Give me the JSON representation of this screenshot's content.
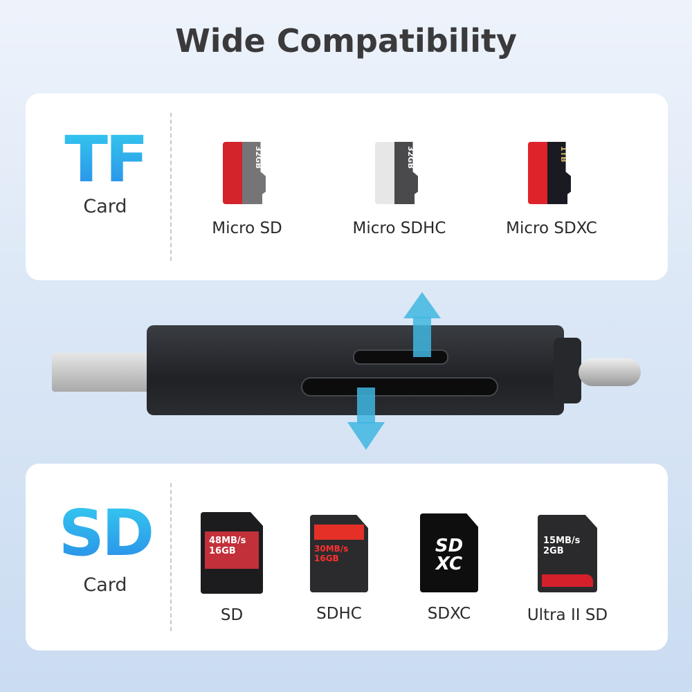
{
  "title": "Wide Compatibility",
  "tf": {
    "big": "TF",
    "small": "Card",
    "items": [
      {
        "label": "Micro SD",
        "card_text": "32GB",
        "left": "#d3232b",
        "right": "#757578"
      },
      {
        "label": "Micro SDHC",
        "card_text": "32GB",
        "left": "#e7e7e7",
        "right": "#4a4a4c"
      },
      {
        "label": "Micro SDXC",
        "card_text": "1TB",
        "left": "#e0232b",
        "right": "#1a1b22"
      }
    ]
  },
  "sd": {
    "big": "SD",
    "small": "Card",
    "items": [
      {
        "label": "SD",
        "card_text": "48MB/s 16GB"
      },
      {
        "label": "SDHC",
        "card_text": "30MB/s 16GB"
      },
      {
        "label": "SDXC",
        "card_text": "SD XC"
      },
      {
        "label": "Ultra II SD",
        "card_text": "15MB/s 2GB"
      }
    ]
  },
  "colors": {
    "accent": "#2fb6ea",
    "arrow": "#3fb6e0"
  }
}
